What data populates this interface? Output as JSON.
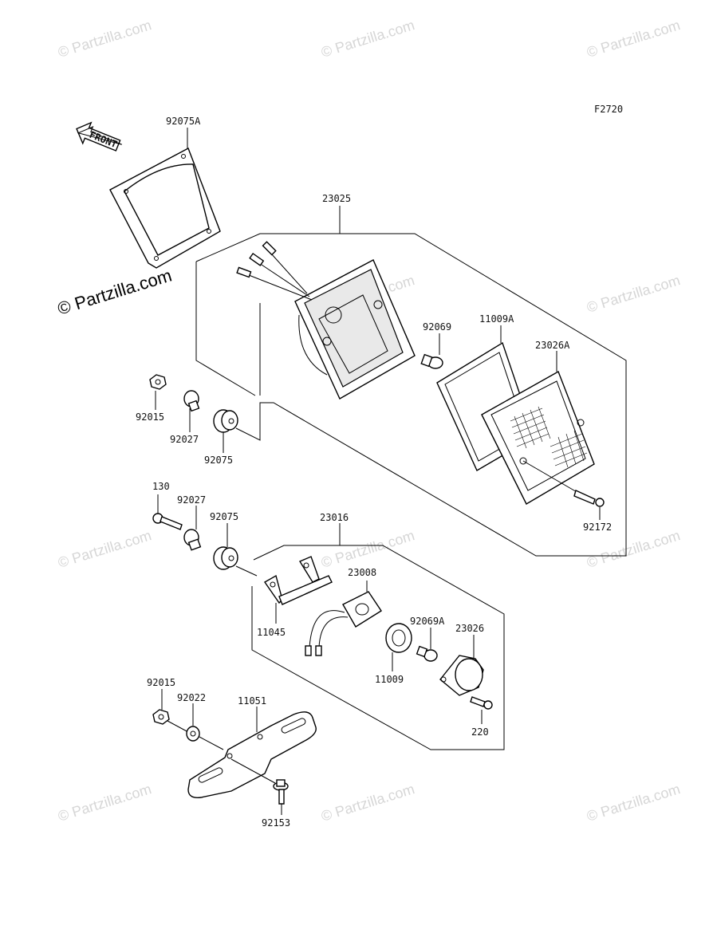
{
  "diagram_code": "F2720",
  "front_label": "FRONT",
  "watermark": "© Partzilla.com",
  "watermark_prominent": "© Partzilla.com",
  "parts": {
    "gasket_top": "92075A",
    "tail_lamp": "23025",
    "bulb_tail": "92069",
    "gasket_lens": "11009A",
    "lens_tail": "23026A",
    "nut_top": "92015",
    "collar_top": "92027",
    "damper_top": "92075",
    "screw_tail": "92172",
    "bolt_130": "130",
    "collar_mid": "92027",
    "damper_mid": "92075",
    "license_lamp": "23016",
    "socket": "23008",
    "bracket_lamp": "11045",
    "bulb_license": "92069A",
    "lens_license": "23026",
    "gasket_license": "11009",
    "screw_220": "220",
    "nut_bottom": "92015",
    "washer": "92022",
    "bracket_plate": "11051",
    "bolt_bottom": "92153"
  }
}
